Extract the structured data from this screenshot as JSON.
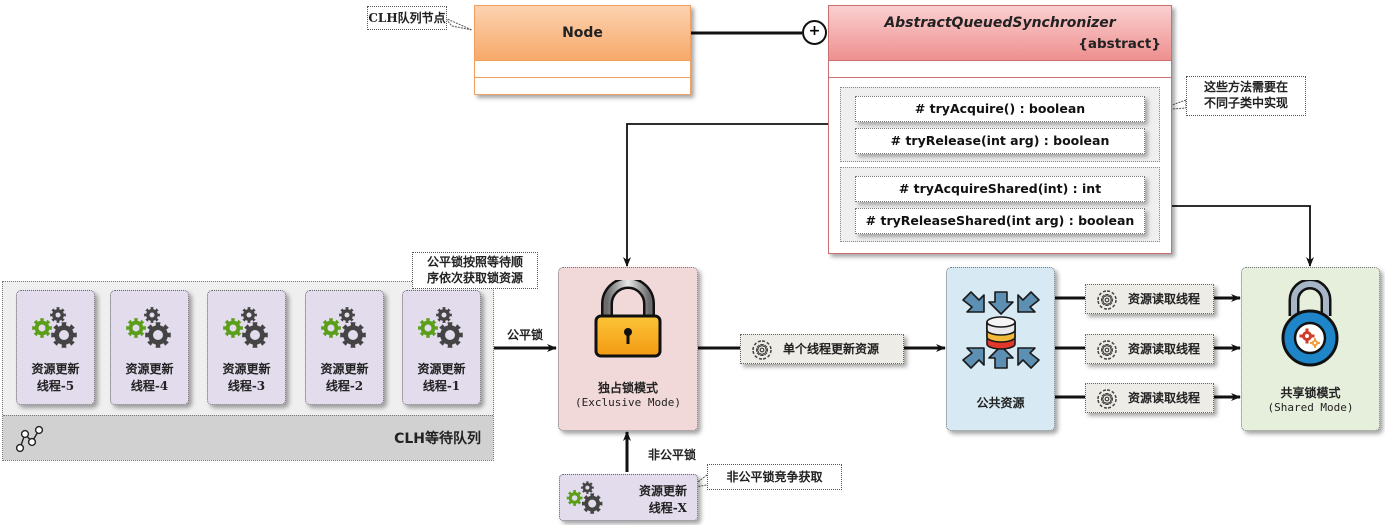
{
  "uml": {
    "node_class": {
      "name": "Node",
      "callout": "CLH队列节点"
    },
    "aqs_class": {
      "name": "AbstractQueuedSynchronizer",
      "stereotype": "{abstract}"
    },
    "association_symbol": "+",
    "methods_callout": [
      "这些方法需要在",
      "不同子类中实现"
    ],
    "exclusive_methods": [
      "# tryAcquire() : boolean",
      "# tryRelease(int arg) : boolean"
    ],
    "shared_methods": [
      "# tryAcquireShared(int) : int",
      "# tryReleaseShared(int arg) : boolean"
    ]
  },
  "queue": {
    "title": "CLH等待队列",
    "callout": [
      "公平锁按照等待顺",
      "序依次获取锁资源"
    ],
    "threads": [
      {
        "line1": "资源更新",
        "line2": "线程-5"
      },
      {
        "line1": "资源更新",
        "line2": "线程-4"
      },
      {
        "line1": "资源更新",
        "line2": "线程-3"
      },
      {
        "line1": "资源更新",
        "line2": "线程-2"
      },
      {
        "line1": "资源更新",
        "line2": "线程-1"
      }
    ]
  },
  "edges": {
    "fair_lock": "公平锁",
    "nonfair_lock": "非公平锁",
    "single_update": "单个线程更新资源",
    "read_threads": [
      "资源读取线程",
      "资源读取线程",
      "资源读取线程"
    ]
  },
  "exclusive": {
    "title": "独占锁模式",
    "subtitle": "(Exclusive Mode)"
  },
  "shared_resource": {
    "title": "公共资源"
  },
  "shared": {
    "title": "共享锁模式",
    "subtitle": "(Shared Mode)"
  },
  "nonfair_thread": {
    "line1": "资源更新",
    "line2": "线程-X",
    "callout": "非公平锁竞争获取"
  },
  "colors": {
    "node_header": "#f8b27a",
    "aqs_header": "#ef9a9a",
    "thread_bg": "#e3dced",
    "exclusive_bg": "#f2d9d9",
    "resource_bg": "#d7e9f3",
    "shared_bg": "#e6eedc",
    "gear_green": "#5a9e1a",
    "gear_dark": "#444444"
  }
}
